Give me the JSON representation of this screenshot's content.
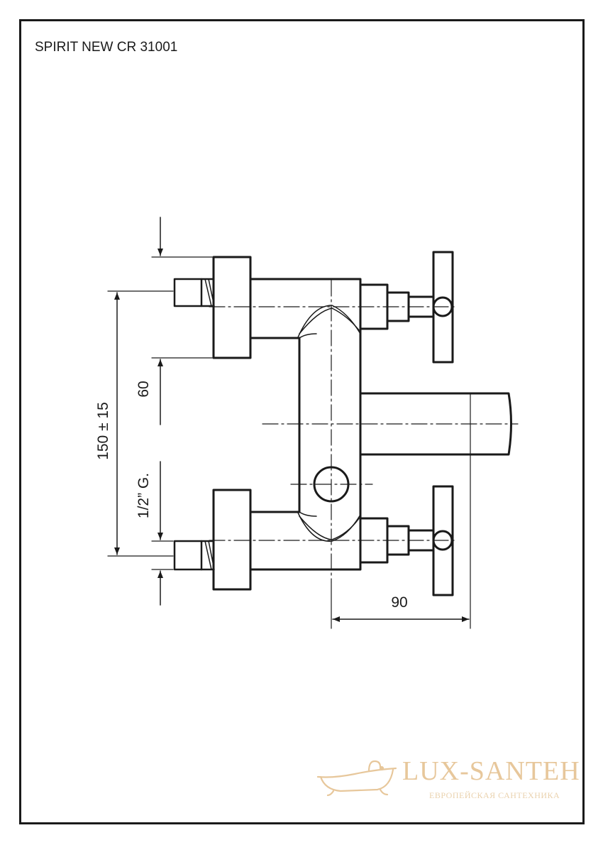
{
  "title": "SPIRIT NEW CR 31001",
  "dimensions": {
    "centers": "150 ± 15",
    "offset": "60",
    "thread": "1/2” G.",
    "spout_length": "90"
  },
  "watermark": {
    "name": "LUX-SANTEH",
    "tagline": "ЕВРОПЕЙСКАЯ САНТЕХНИКА",
    "logo_icon": "bathtub-icon"
  },
  "colors": {
    "line": "#1a1a1a",
    "watermark": "#e7c79b"
  }
}
